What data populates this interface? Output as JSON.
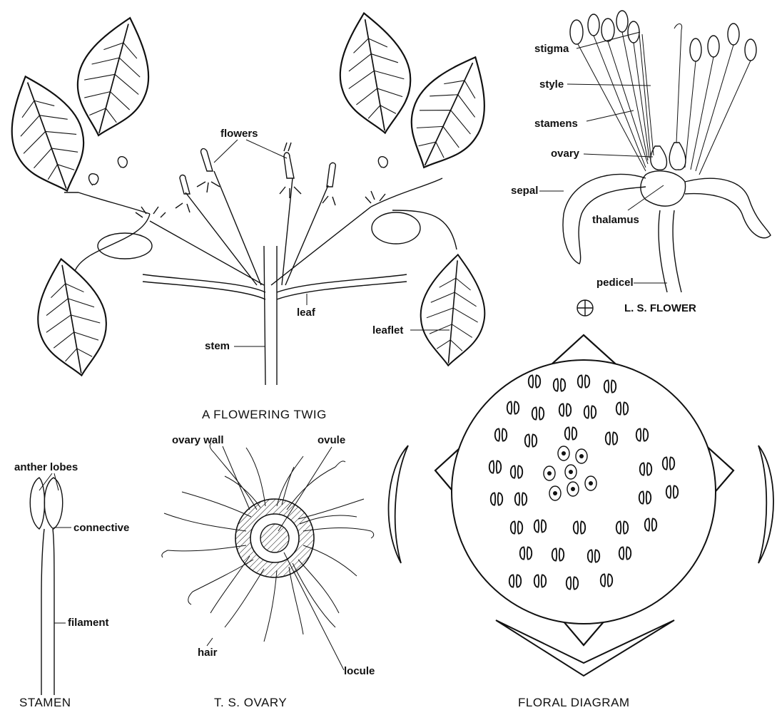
{
  "twig": {
    "caption": "A FLOWERING TWIG",
    "labels": {
      "flowers": "flowers",
      "stem": "stem",
      "leaf": "leaf",
      "leaflet": "leaflet"
    }
  },
  "ls_flower": {
    "caption": "L. S. FLOWER",
    "symbol": "⊕",
    "labels": {
      "stigma": "stigma",
      "style": "style",
      "stamens": "stamens",
      "ovary": "ovary",
      "sepal": "sepal",
      "thalamus": "thalamus",
      "pedicel": "pedicel"
    }
  },
  "stamen": {
    "caption": "STAMEN",
    "labels": {
      "anther_lobes": "anther lobes",
      "connective": "connective",
      "filament": "filament"
    }
  },
  "ts_ovary": {
    "caption": "T. S. OVARY",
    "labels": {
      "ovary_wall": "ovary wall",
      "ovule": "ovule",
      "hair": "hair",
      "locule": "locule"
    }
  },
  "floral_diagram": {
    "caption": "FLORAL DIAGRAM"
  }
}
